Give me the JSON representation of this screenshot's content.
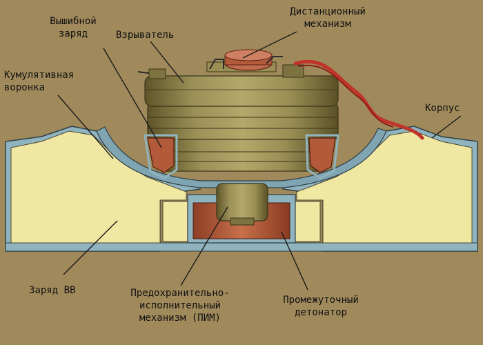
{
  "labels": {
    "distance_mechanism": "Дистанционный\nмеханизм",
    "hollow_charge": "Вышибной\nзаряд",
    "fuze": "Взрыватель",
    "cumulative_funnel": "Кумулятивная\nворонка",
    "body": "Корпус",
    "explosive_charge": "Заряд ВВ",
    "safety_mechanism": "Предохранительно-\nисполнительный\nмеханизм (ПИМ)",
    "intermediate_detonator": "Промежуточный\nдетонатор"
  },
  "colors": {
    "background": "#a08a5c",
    "explosive": "#efe7a2",
    "casing_blue": "#8fb3bf",
    "fuze_olive": "#8c8048",
    "detonator_red": "#b25a3a",
    "wire_red": "#c0342a",
    "leader_line": "#1a1a1a"
  }
}
